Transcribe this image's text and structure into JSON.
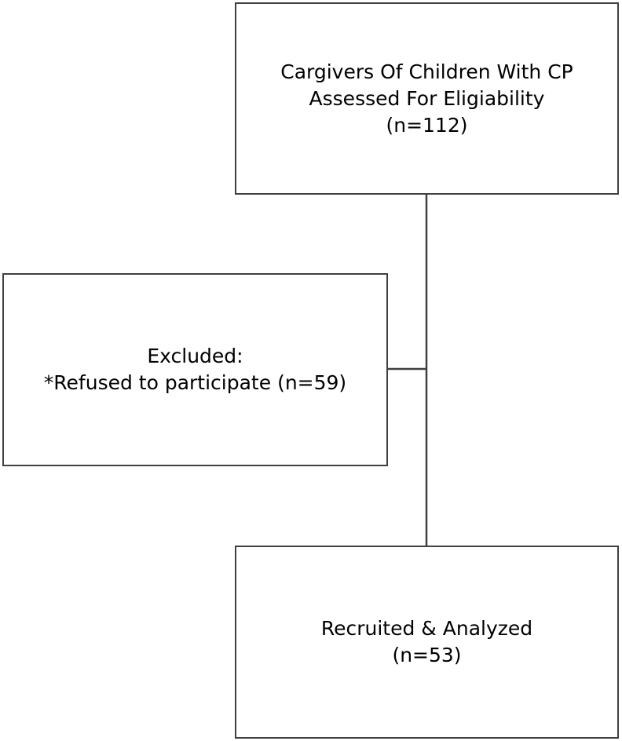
{
  "boxes": {
    "assessed": {
      "line1": "Cargivers Of Children With CP",
      "line2": "Assessed For Eligiability",
      "line3": "(n=112)"
    },
    "excluded": {
      "line1": "Excluded:",
      "line2": "*Refused to participate (n=59)"
    },
    "analyzed": {
      "line1": "Recruited & Analyzed",
      "line2": "(n=53)"
    }
  },
  "colors": {
    "border": "#404040",
    "connector": "#404040",
    "background": "#ffffff",
    "text": "#000000"
  }
}
